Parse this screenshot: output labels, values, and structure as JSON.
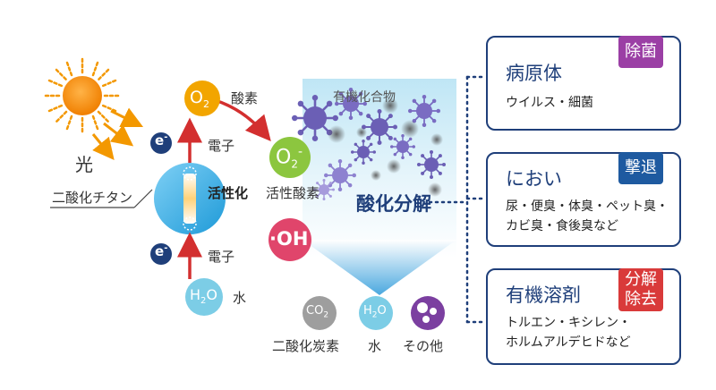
{
  "colors": {
    "navy": "#1f3f7a",
    "sun": "#f39800",
    "oxygen": "#f2a500",
    "superoxide": "#8cc63f",
    "hydroxyl": "#e0456b",
    "water": "#7ccde6",
    "co2": "#9e9e9e",
    "other": "#7b3fa0",
    "arrow_red": "#d32f2f",
    "badge_purple": "#9b3fa5",
    "badge_blue": "#1e5aa0",
    "badge_red": "#d93a3a"
  },
  "left": {
    "light": "光",
    "electron": "e",
    "electron_sup": "-",
    "oxygen_symbol": "O",
    "oxygen_sub": "2",
    "oxygen_label": "酸素",
    "electron_label_top": "電子",
    "electron_label_bottom": "電子",
    "titanium_label": "二酸化チタン",
    "activation_label": "活性化",
    "water_symbol_h": "H",
    "water_sub": "2",
    "water_symbol_o": "O",
    "water_label": "水"
  },
  "middle": {
    "organic_label": "有機化合物",
    "superoxide_symbol": "O",
    "superoxide_sub": "2",
    "superoxide_sup": "-",
    "superoxide_label": "活性酸素",
    "decomposition_label": "酸化分解",
    "hydroxyl_symbol": "·OH",
    "co2_symbol": "CO",
    "co2_sub": "2",
    "co2_label": "二酸化炭素",
    "water_symbol_h": "H",
    "water_sub": "2",
    "water_symbol_o": "O",
    "water_label": "水",
    "other_label": "その他"
  },
  "cards": [
    {
      "title": "病原体",
      "badge": "除菌",
      "lines": [
        "ウイルス・細菌"
      ]
    },
    {
      "title": "におい",
      "badge": "撃退",
      "lines": [
        "尿・便臭・体臭・ペット臭・",
        "カビ臭・食後臭など"
      ]
    },
    {
      "title": "有機溶剤",
      "badge_lines": [
        "分解",
        "除去"
      ],
      "lines": [
        "トルエン・キシレン・",
        "ホルムアルデヒドなど"
      ]
    }
  ]
}
